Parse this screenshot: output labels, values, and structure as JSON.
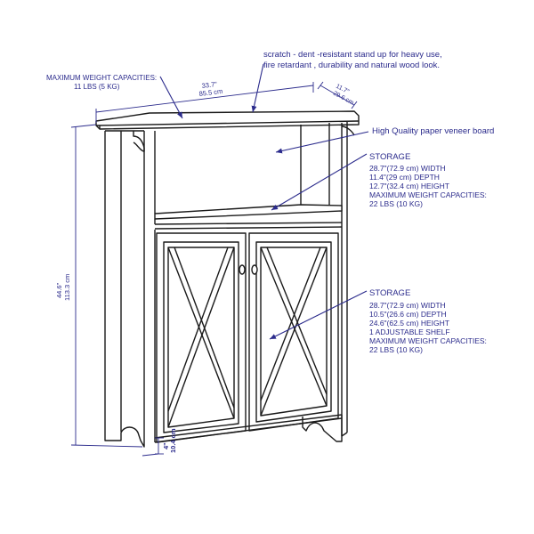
{
  "weight_top": {
    "line1": "MAXIMUM WEIGHT CAPACITIES:",
    "line2": "11 LBS (5 KG)"
  },
  "scratch_note": {
    "line1": "scratch - dent -resistant stand up for heavy use,",
    "line2": "fire retardant , durability and natural wood look."
  },
  "dims": {
    "width_in": "33.7\"",
    "width_cm": "85.5 cm",
    "depth_in": "11.7\"",
    "depth_cm": "29.6 cm",
    "height_in": "44.6\"",
    "height_cm": "113.3 cm",
    "leg_in": "4\"",
    "leg_cm": "10.4 cm"
  },
  "veneer_note": "High Quality paper veneer board",
  "storage_upper": {
    "title": "STORAGE",
    "lines": [
      "28.7\"(72.9 cm) WIDTH",
      "11.4\"(29 cm) DEPTH",
      "12.7\"(32.4 cm) HEIGHT",
      "MAXIMUM WEIGHT CAPACITIES:",
      "22 LBS (10 KG)"
    ]
  },
  "storage_lower": {
    "title": "STORAGE",
    "lines": [
      "28.7\"(72.9 cm) WIDTH",
      "10.5\"(26.6 cm) DEPTH",
      "24.6\"(62.5 cm) HEIGHT",
      "1 ADJUSTABLE SHELF",
      "MAXIMUM WEIGHT CAPACITIES:",
      "22 LBS (10 KG)"
    ]
  },
  "colors": {
    "annotation": "#2b2b8c",
    "line_art": "#1a1a1a"
  }
}
